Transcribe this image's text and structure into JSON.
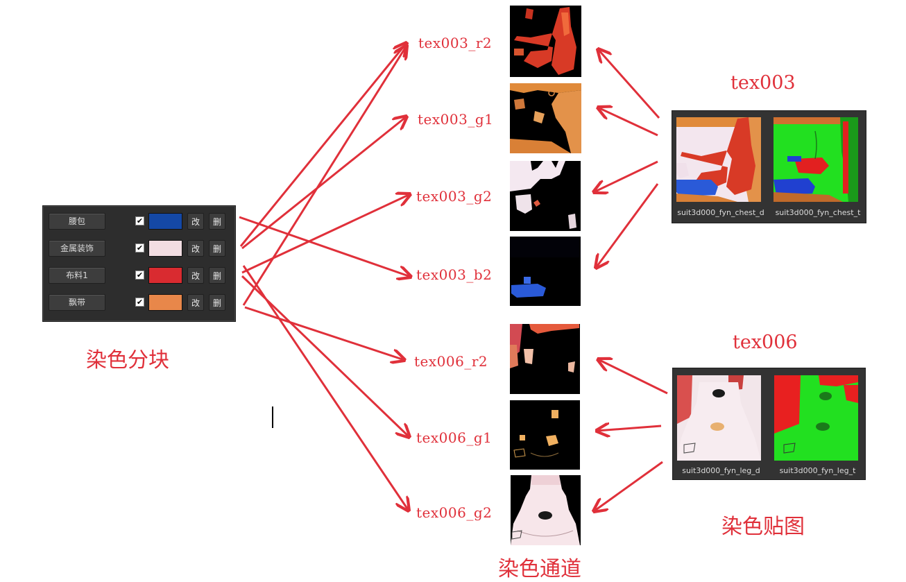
{
  "dye_blocks": {
    "caption": "染色分块",
    "rows": [
      {
        "name": "腰包",
        "checked": "✔",
        "color": "#1448a6",
        "edit": "改",
        "delete": "删"
      },
      {
        "name": "金属装饰",
        "checked": "✔",
        "color": "#f2dde2",
        "edit": "改",
        "delete": "删"
      },
      {
        "name": "布料1",
        "checked": "✔",
        "color": "#d92b30",
        "edit": "改",
        "delete": "删"
      },
      {
        "name": "飘带",
        "checked": "✔",
        "color": "#e8874a",
        "edit": "改",
        "delete": "删"
      }
    ]
  },
  "channels": {
    "caption": "染色通道",
    "items": [
      {
        "label": "tex003_r2"
      },
      {
        "label": "tex003_g1"
      },
      {
        "label": "tex003_g2"
      },
      {
        "label": "tex003_b2"
      },
      {
        "label": "tex006_r2"
      },
      {
        "label": "tex006_g1"
      },
      {
        "label": "tex006_g2"
      }
    ]
  },
  "dye_maps": {
    "caption": "染色贴图",
    "textures": [
      {
        "title": "tex003",
        "maps": [
          "suit3d000_fyn_chest_d",
          "suit3d000_fyn_chest_t"
        ]
      },
      {
        "title": "tex006",
        "maps": [
          "suit3d000_fyn_leg_d",
          "suit3d000_fyn_leg_t"
        ]
      }
    ]
  },
  "colors": {
    "arrow": "#e0303a",
    "text": "#e0303a",
    "panel": "#2d2d2d"
  }
}
